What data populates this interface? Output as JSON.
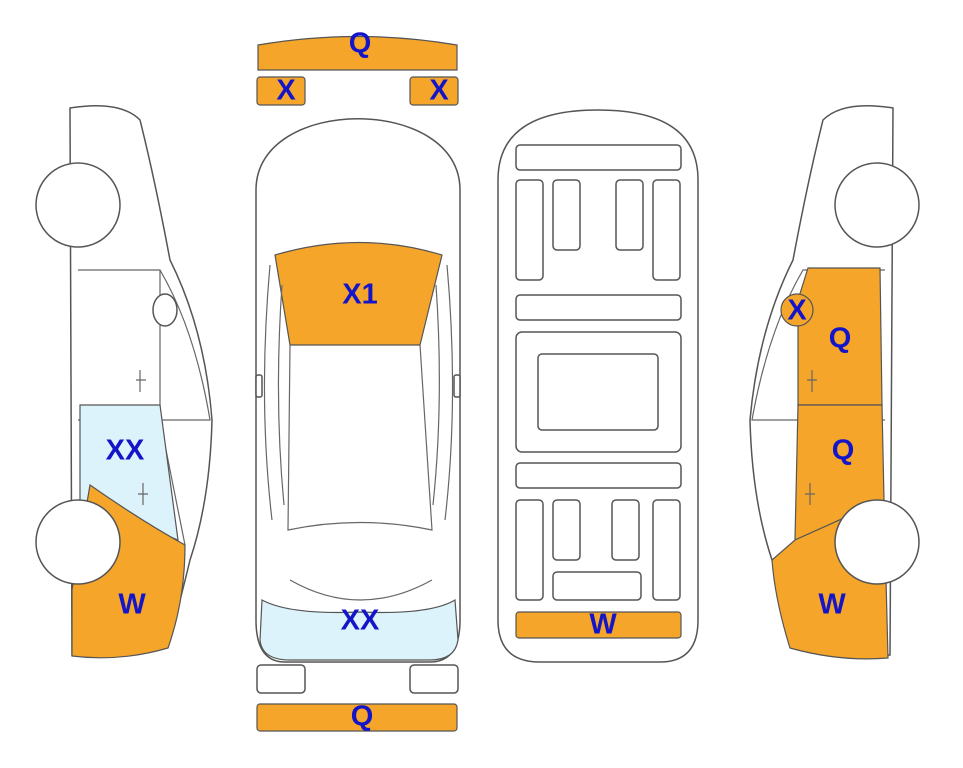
{
  "colors": {
    "damage": "#F5A62A",
    "glass": "#DDF3FB",
    "label": "#1414C8",
    "outline": "#555555"
  },
  "labels": {
    "front_bumper": "Q",
    "left_headlight": "X",
    "right_headlight": "X",
    "windshield": "X1",
    "rear_window": "XX",
    "rear_bumper": "Q",
    "roof_rear_strip": "W",
    "left_side_rear_window": "XX",
    "left_side_rear_quarter": "W",
    "right_side_mirror": "X",
    "right_side_front_door": "Q",
    "right_side_rear_door": "Q",
    "right_side_rear_quarter": "W"
  }
}
